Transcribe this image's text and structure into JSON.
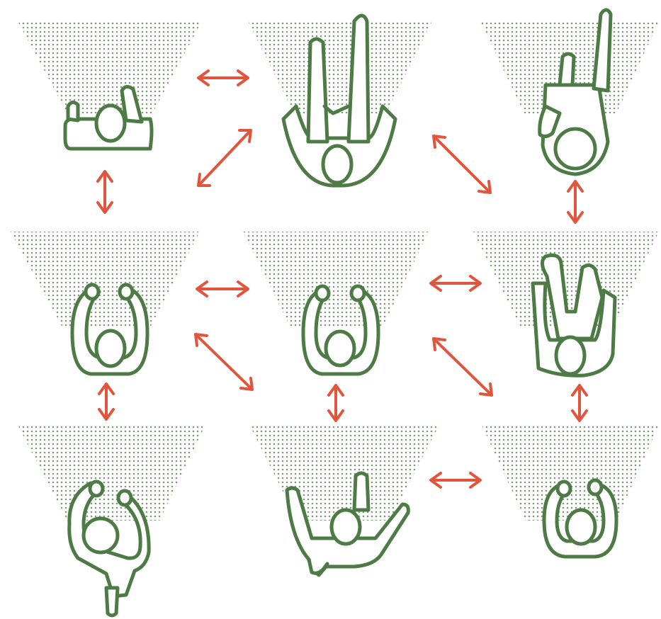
{
  "colors": {
    "figure_outline": "#4e7a46",
    "view_cone": "#7e9a78",
    "arrow": "#e0553b",
    "background": "#ffffff"
  },
  "panels": [
    {
      "id": "top-left",
      "pose": "arm-raised-to-side"
    },
    {
      "id": "top-center",
      "pose": "both-arms-reaching-up"
    },
    {
      "id": "top-right",
      "pose": "one-arm-reaching-up"
    },
    {
      "id": "middle-left",
      "pose": "arms-forward"
    },
    {
      "id": "middle-center",
      "pose": "arms-forward"
    },
    {
      "id": "middle-right",
      "pose": "both-arms-reaching-up-close"
    },
    {
      "id": "bottom-left",
      "pose": "walking-arms-forward"
    },
    {
      "id": "bottom-center",
      "pose": "arms-spread-forward"
    },
    {
      "id": "bottom-right",
      "pose": "arms-forward"
    }
  ],
  "transitions": [
    {
      "from": "top-left",
      "to": "top-center",
      "direction": "horizontal"
    },
    {
      "from": "top-left",
      "to": "middle-left",
      "direction": "vertical"
    },
    {
      "from": "top-center",
      "to": "middle-left",
      "direction": "diagonal"
    },
    {
      "from": "top-center",
      "to": "middle-right",
      "direction": "diagonal"
    },
    {
      "from": "top-right",
      "to": "middle-right",
      "direction": "vertical"
    },
    {
      "from": "middle-left",
      "to": "middle-center",
      "direction": "horizontal"
    },
    {
      "from": "middle-left",
      "to": "bottom-center",
      "direction": "diagonal"
    },
    {
      "from": "middle-center",
      "to": "middle-right",
      "direction": "horizontal"
    },
    {
      "from": "middle-center",
      "to": "bottom-right",
      "direction": "diagonal"
    },
    {
      "from": "middle-left",
      "to": "bottom-left",
      "direction": "vertical"
    },
    {
      "from": "middle-center",
      "to": "bottom-center",
      "direction": "vertical"
    },
    {
      "from": "middle-right",
      "to": "bottom-right",
      "direction": "vertical"
    },
    {
      "from": "bottom-center",
      "to": "bottom-right",
      "direction": "horizontal"
    }
  ]
}
